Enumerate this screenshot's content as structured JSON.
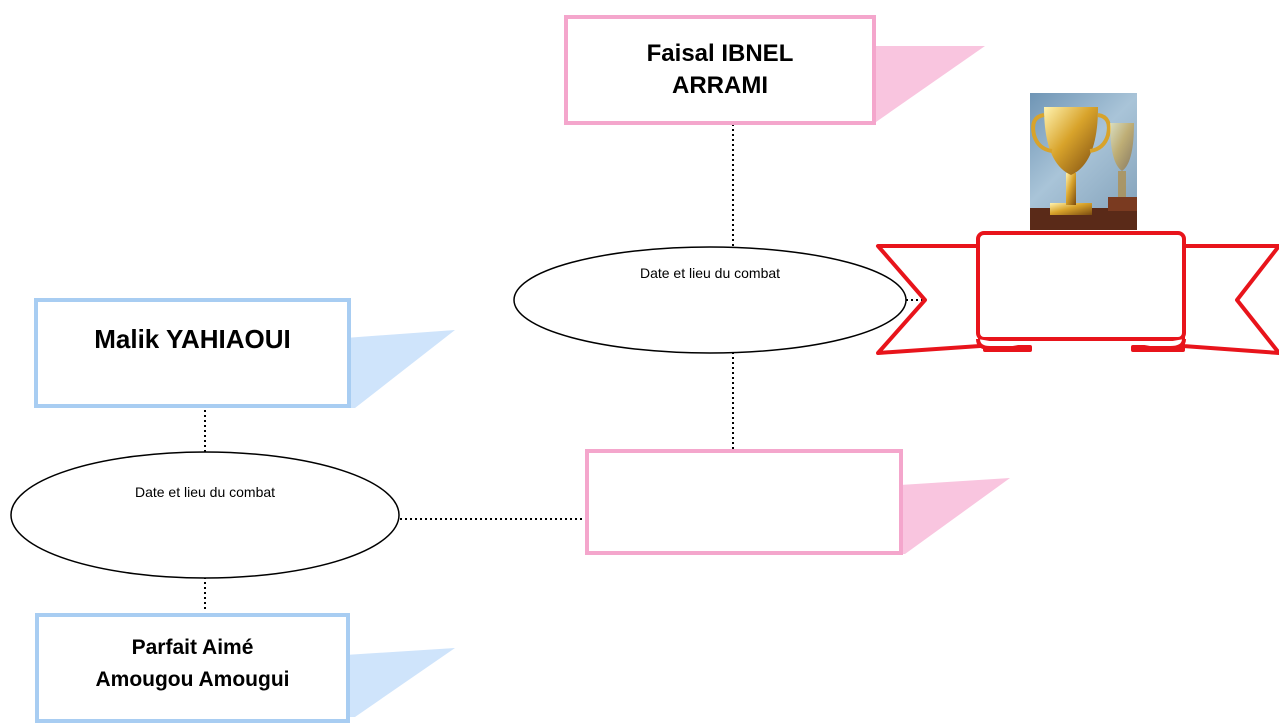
{
  "bracket": {
    "top_fighter": {
      "name": "Faisal IBNEL ARRAMI"
    },
    "semi_fighter": {
      "name": "Malik YAHIAOUI"
    },
    "bottom_fighter": {
      "name": "Parfait Aimé Amougou Amougui"
    },
    "final_winner": {
      "name": ""
    },
    "semi_oval": {
      "label": "Date et lieu du combat"
    },
    "final_oval": {
      "label": "Date et lieu du combat"
    },
    "champion_ribbon": {
      "text": ""
    }
  },
  "colors": {
    "pink_border": "#f4a6cc",
    "pink_shadow": "#f9c5df",
    "blue_border": "#a8cdf2",
    "blue_shadow": "#cfe4fb",
    "ribbon_red": "#e8141b"
  },
  "icons": {
    "trophy": "trophy-icon"
  }
}
